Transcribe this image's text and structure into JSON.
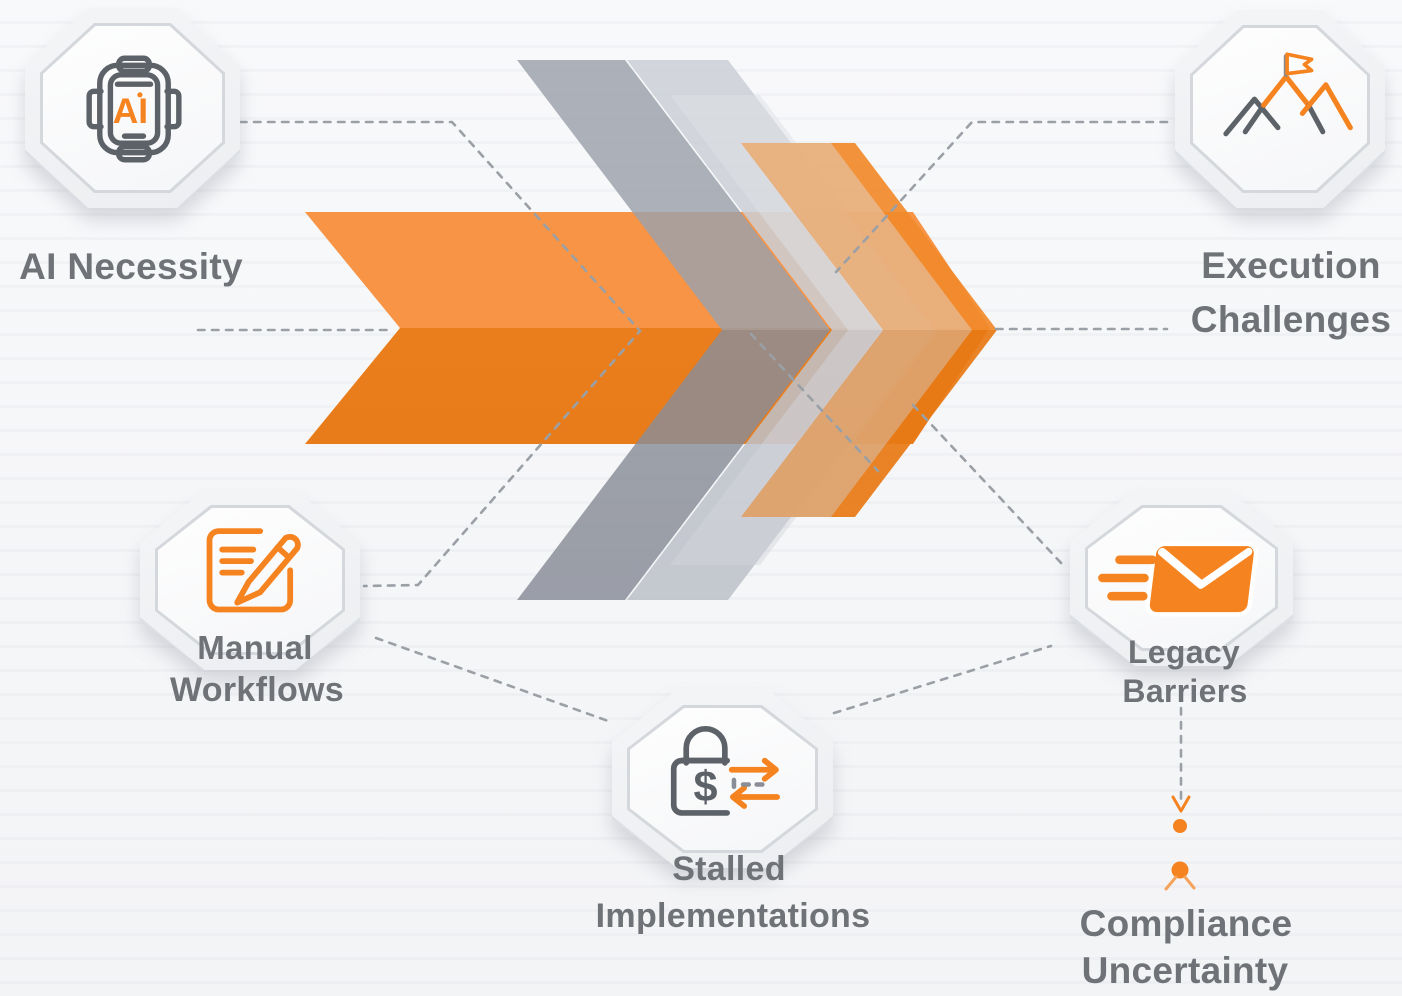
{
  "diagram": {
    "type": "radial-infographic",
    "center_graphic": "layered-chevron-arrows",
    "palette": {
      "accent_orange": "#F5831F",
      "orange_light": "#F79445",
      "orange_dark": "#EA7E1C",
      "gray_chevron_dark": "#8A8E99",
      "gray_chevron_light": "#C4C8CF",
      "label_gray": "#6F7377",
      "dash_gray": "#9AA0A6",
      "background": "#F6F7F9"
    },
    "nodes": {
      "ai": {
        "label": "AI Necessity",
        "icon": "ai-chip-icon",
        "icon_text": "AI"
      },
      "execution": {
        "line1": "Execution",
        "line2": "Challenges",
        "icon": "mountain-flag-icon"
      },
      "manual": {
        "line1": "Manual",
        "line2": "Workflows",
        "icon": "document-pencil-icon"
      },
      "stalled": {
        "line1": "Stalled",
        "line2": "Implementations",
        "icon": "lock-dollar-transfer-icon",
        "icon_text": "$"
      },
      "legacy": {
        "line1": "Legacy",
        "line2": "Barriers",
        "icon": "speeding-envelope-icon"
      },
      "compliance": {
        "line1": "Compliance",
        "line2": "Uncertainty"
      }
    }
  }
}
